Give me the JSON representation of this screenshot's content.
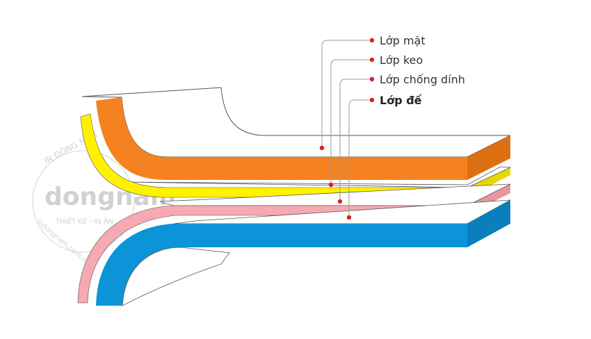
{
  "labels": [
    {
      "text": "Lớp mặt",
      "color": "#f58220"
    },
    {
      "text": "Lớp keo",
      "color": "#fff200"
    },
    {
      "text": "Lớp chống dính",
      "color": "#f4aab0"
    },
    {
      "text": "Lớp đế",
      "color": "#0b94d8"
    }
  ],
  "watermark": {
    "brand": "dongnam",
    "arc_top": "IN ĐÔNG NAM",
    "tagline": "THIẾT KẾ - IN ẤN",
    "website": "indongnam.com.vn",
    "website_right": "dongnam"
  },
  "colors": {
    "dot": "#e31e24",
    "leader": "#9a9a9a",
    "outline": "#555555",
    "top_face": "#ffffff"
  }
}
